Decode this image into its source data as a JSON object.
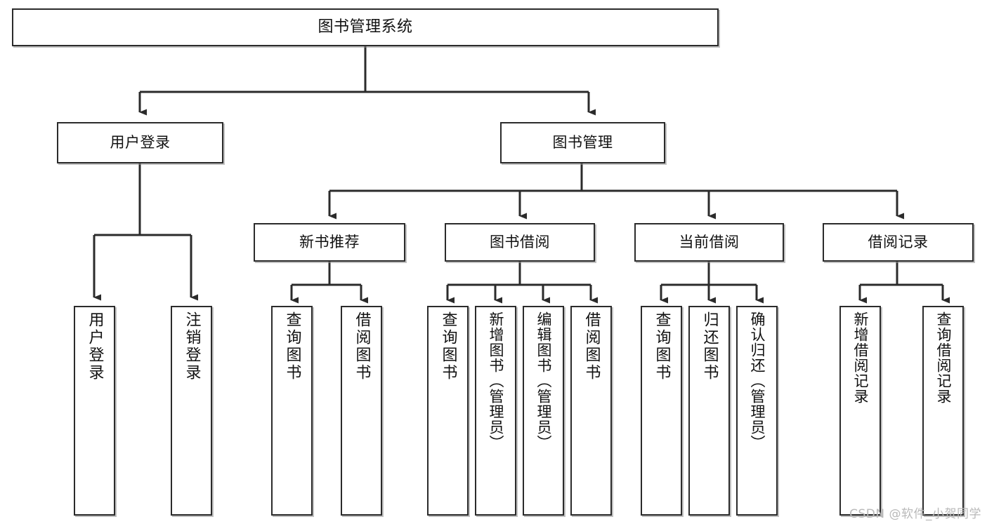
{
  "diagram": {
    "title": "图书管理系统",
    "type": "tree-hierarchy",
    "watermark": "CSDN @软件_小贺同学",
    "colors": {
      "background": "#ffffff",
      "node_border": "#2b2b2b",
      "node_fill": "#ffffff",
      "edge": "#2b2b2b",
      "text": "#111111",
      "watermark": "#b9b9b9"
    },
    "root": {
      "label": "图书管理系统"
    },
    "level2": [
      {
        "label": "用户登录"
      },
      {
        "label": "图书管理"
      }
    ],
    "level3": [
      {
        "label": "新书推荐"
      },
      {
        "label": "图书借阅"
      },
      {
        "label": "当前借阅"
      },
      {
        "label": "借阅记录"
      }
    ],
    "leaves": {
      "user_login": [
        {
          "label": "用户登录"
        },
        {
          "label": "注销登录"
        }
      ],
      "new_book_recommend": [
        {
          "label": "查询图书"
        },
        {
          "label": "借阅图书"
        }
      ],
      "book_borrow": [
        {
          "label": "查询图书"
        },
        {
          "label": "新增图书（管理员）"
        },
        {
          "label": "编辑图书（管理员）"
        },
        {
          "label": "借阅图书"
        }
      ],
      "current_borrow": [
        {
          "label": "查询图书"
        },
        {
          "label": "归还图书"
        },
        {
          "label": "确认归还（管理员）"
        }
      ],
      "borrow_record": [
        {
          "label": "新增借阅记录"
        },
        {
          "label": "查询借阅记录"
        }
      ]
    }
  }
}
